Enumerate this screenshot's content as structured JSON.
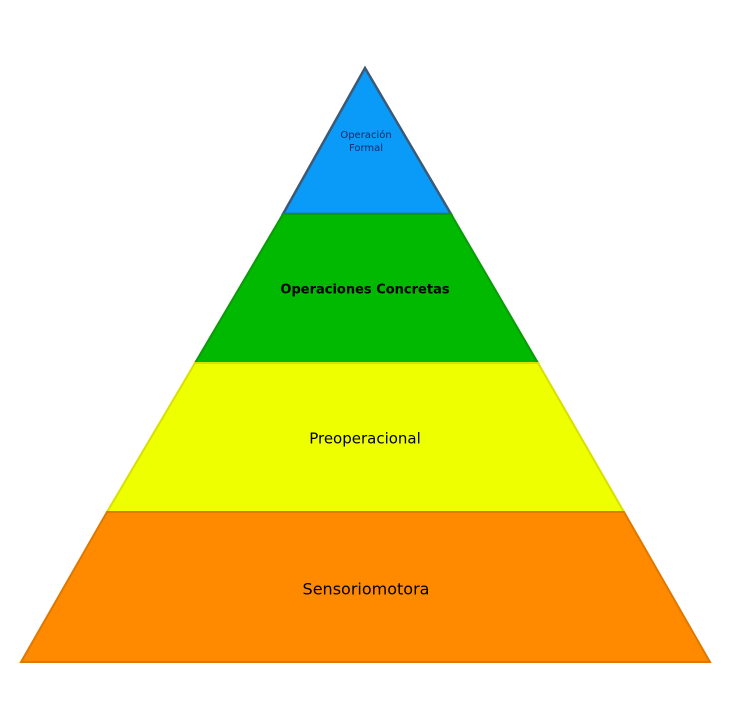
{
  "diagram": {
    "type": "pyramid",
    "levels": [
      {
        "label_lines": [
          "Operación",
          "Formal"
        ],
        "color": "#0a9af7",
        "stroke": "#3b5a78",
        "text_color": "#1a2a6a"
      },
      {
        "label": "Operaciones Concretas",
        "color": "#00b900",
        "stroke": "#0a9a0a",
        "text_color": "#000000"
      },
      {
        "label": "Preoperacional",
        "color": "#eeff00",
        "stroke": "#d8e000",
        "text_color": "#000000"
      },
      {
        "label": "Sensoriomotora",
        "color": "#ff8a00",
        "stroke": "#e07800",
        "text_color": "#000000"
      }
    ]
  }
}
